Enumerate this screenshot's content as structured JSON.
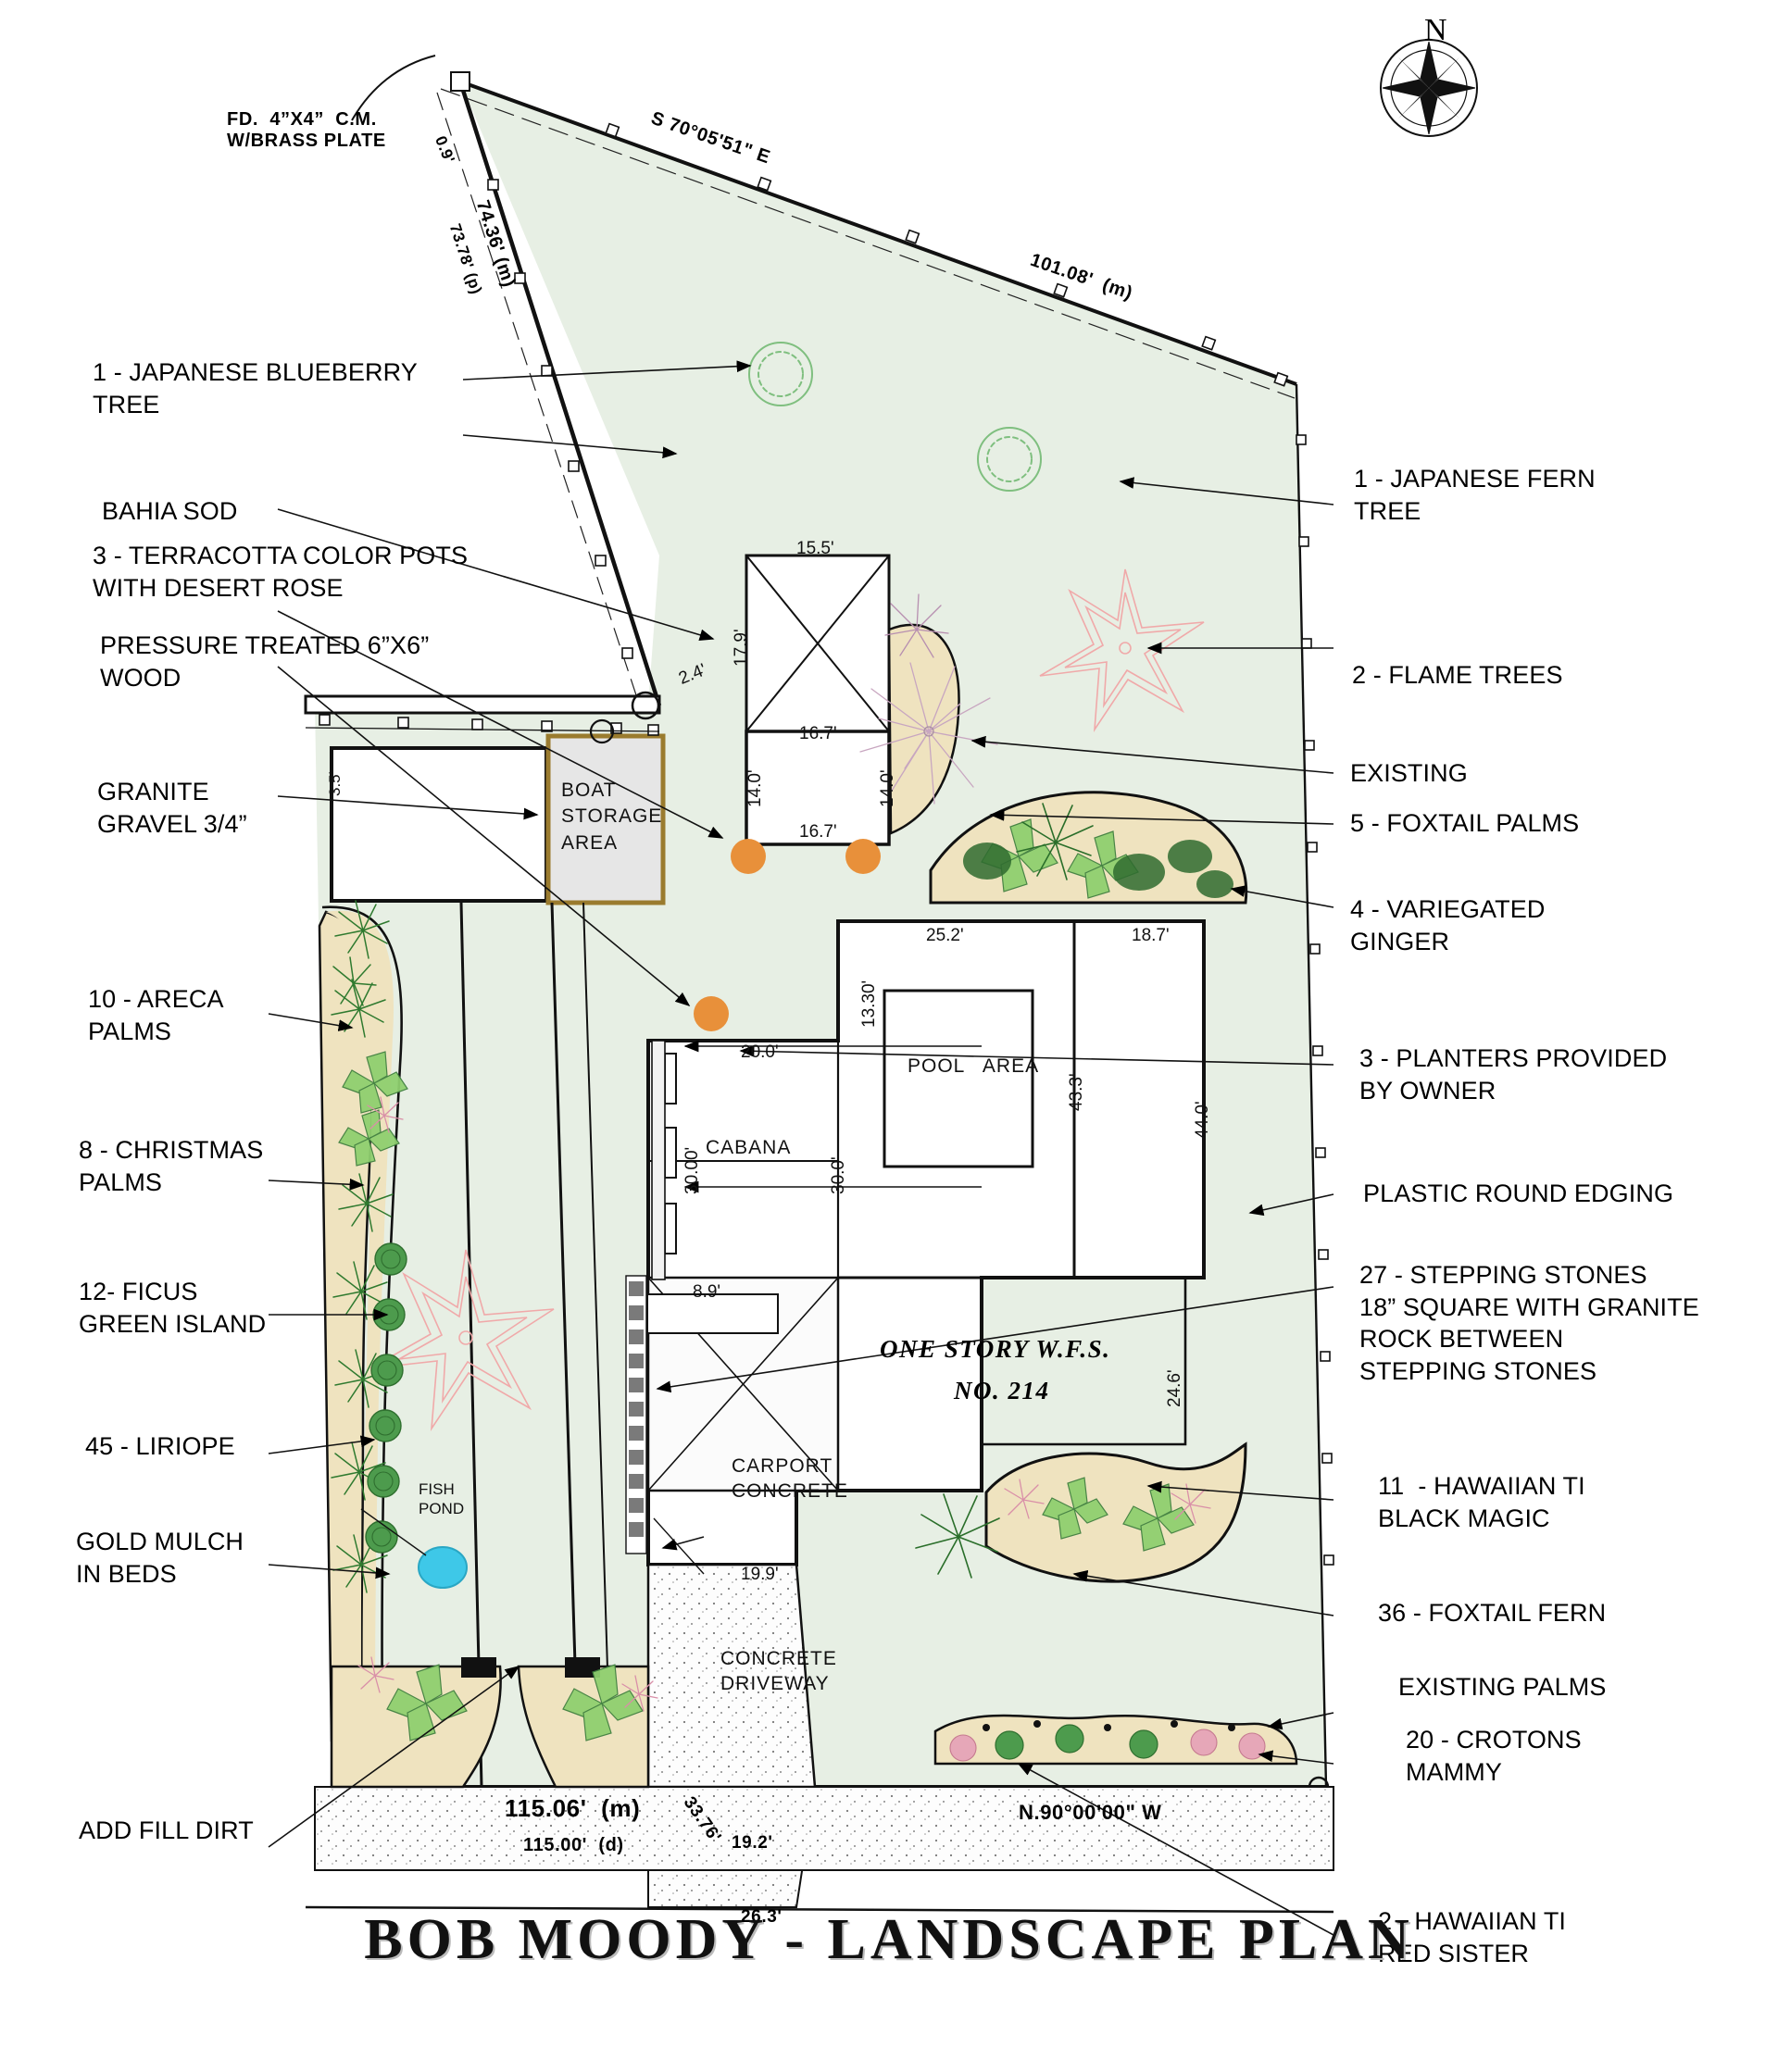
{
  "sheet": {
    "title": "BOB MOODY  -  LANDSCAPE PLAN",
    "north_label": "N"
  },
  "survey_notes": {
    "monument": "FD.  4”X4”  C.M.\nW/BRASS PLATE",
    "bearing_north": "S 70°05'51\" E",
    "bearing_south": "N.90°00'00\" W",
    "dim_101": "101.08'  (m)",
    "dim_7436": "74.36' (m)",
    "dim_7378": "73.78' (p)",
    "dim_09": "0.9'",
    "dim_11506": "115.06'  (m)",
    "dim_11500": "115.00'  (d)",
    "dim_3376": "33.76'",
    "dim_192": "19.2'",
    "dim_263": "26.3'"
  },
  "building_dims": {
    "d_155": "15.5'",
    "d_179": "17.9'",
    "d_24": "2.4'",
    "d_167_a": "16.7'",
    "d_167_b": "16.7'",
    "d_140_a": "14.0'",
    "d_140_b": "14.0'",
    "d_252": "25.2'",
    "d_187": "18.7'",
    "d_1330": "13.30'",
    "d_200": "20.0'",
    "d_3000": "30.00'",
    "d_300": "30.0'",
    "d_433": "43.3'",
    "d_440": "44.0'",
    "d_246": "24.6'",
    "d_89": "8.9'",
    "d_199": "19.9'",
    "d_35": "3.5'"
  },
  "building_labels": {
    "boat_storage": "BOAT\nSTORAGE\nAREA",
    "pool_area": "POOL   AREA",
    "cabana": "CABANA",
    "carport": "CARPORT\nCONCRETE",
    "driveway": "CONCRETE\nDRIVEWAY",
    "house_line1": "ONE STORY W.F.S.",
    "house_line2": "NO.  214",
    "fish_pond": "FISH\nPOND"
  },
  "callouts_left": [
    {
      "id": "japanese-blueberry-tree",
      "text": "1 - JAPANESE BLUEBERRY\nTREE"
    },
    {
      "id": "bahia-sod",
      "text": "BAHIA SOD"
    },
    {
      "id": "terracotta-pots",
      "text": "3 - TERRACOTTA COLOR POTS\nWITH DESERT ROSE"
    },
    {
      "id": "pressure-treated-wood",
      "text": "PRESSURE TREATED 6”X6”\nWOOD"
    },
    {
      "id": "granite-gravel",
      "text": "GRANITE\nGRAVEL 3/4”"
    },
    {
      "id": "areca-palms",
      "text": "10 - ARECA\nPALMS"
    },
    {
      "id": "christmas-palms",
      "text": "8 - CHRISTMAS\nPALMS"
    },
    {
      "id": "ficus-green-island",
      "text": "12- FICUS\nGREEN ISLAND"
    },
    {
      "id": "liriope",
      "text": "45 - LIRIOPE"
    },
    {
      "id": "gold-mulch",
      "text": "GOLD MULCH\nIN BEDS"
    },
    {
      "id": "add-fill-dirt",
      "text": "ADD FILL DIRT"
    }
  ],
  "callouts_right": [
    {
      "id": "japanese-fern-tree",
      "text": "1 - JAPANESE FERN\nTREE"
    },
    {
      "id": "flame-trees",
      "text": "2 - FLAME TREES"
    },
    {
      "id": "existing",
      "text": "EXISTING"
    },
    {
      "id": "foxtail-palms",
      "text": "5 - FOXTAIL PALMS"
    },
    {
      "id": "variegated-ginger",
      "text": "4 - VARIEGATED\nGINGER"
    },
    {
      "id": "planters-by-owner",
      "text": "3 - PLANTERS PROVIDED\nBY OWNER"
    },
    {
      "id": "plastic-round-edging",
      "text": "PLASTIC ROUND EDGING"
    },
    {
      "id": "stepping-stones",
      "text": "27 - STEPPING STONES\n18” SQUARE WITH GRANITE\nROCK BETWEEN\nSTEPPING STONES"
    },
    {
      "id": "hawaiian-ti-black-magic",
      "text": "11  - HAWAIIAN TI\nBLACK MAGIC"
    },
    {
      "id": "foxtail-fern",
      "text": "36 - FOXTAIL FERN"
    },
    {
      "id": "existing-palms",
      "text": "EXISTING PALMS"
    },
    {
      "id": "crotons-mammy",
      "text": "20 - CROTONS\nMAMMY"
    },
    {
      "id": "hawaiian-ti-red-sister",
      "text": "2 - HAWAIIAN TI\nRED SISTER"
    }
  ],
  "colors": {
    "lawn": "#e7efe4",
    "bed_mulch": "#efe3bf",
    "boat_storage_fill": "#e6e6e6",
    "boat_storage_border": "#9a7b2e",
    "pot_orange": "#e8903a",
    "pond_blue": "#3ec8e8",
    "flame_tree_pink": "#f5b4b4",
    "tree_green": "#8fc98f",
    "concrete": "#fafafa"
  }
}
